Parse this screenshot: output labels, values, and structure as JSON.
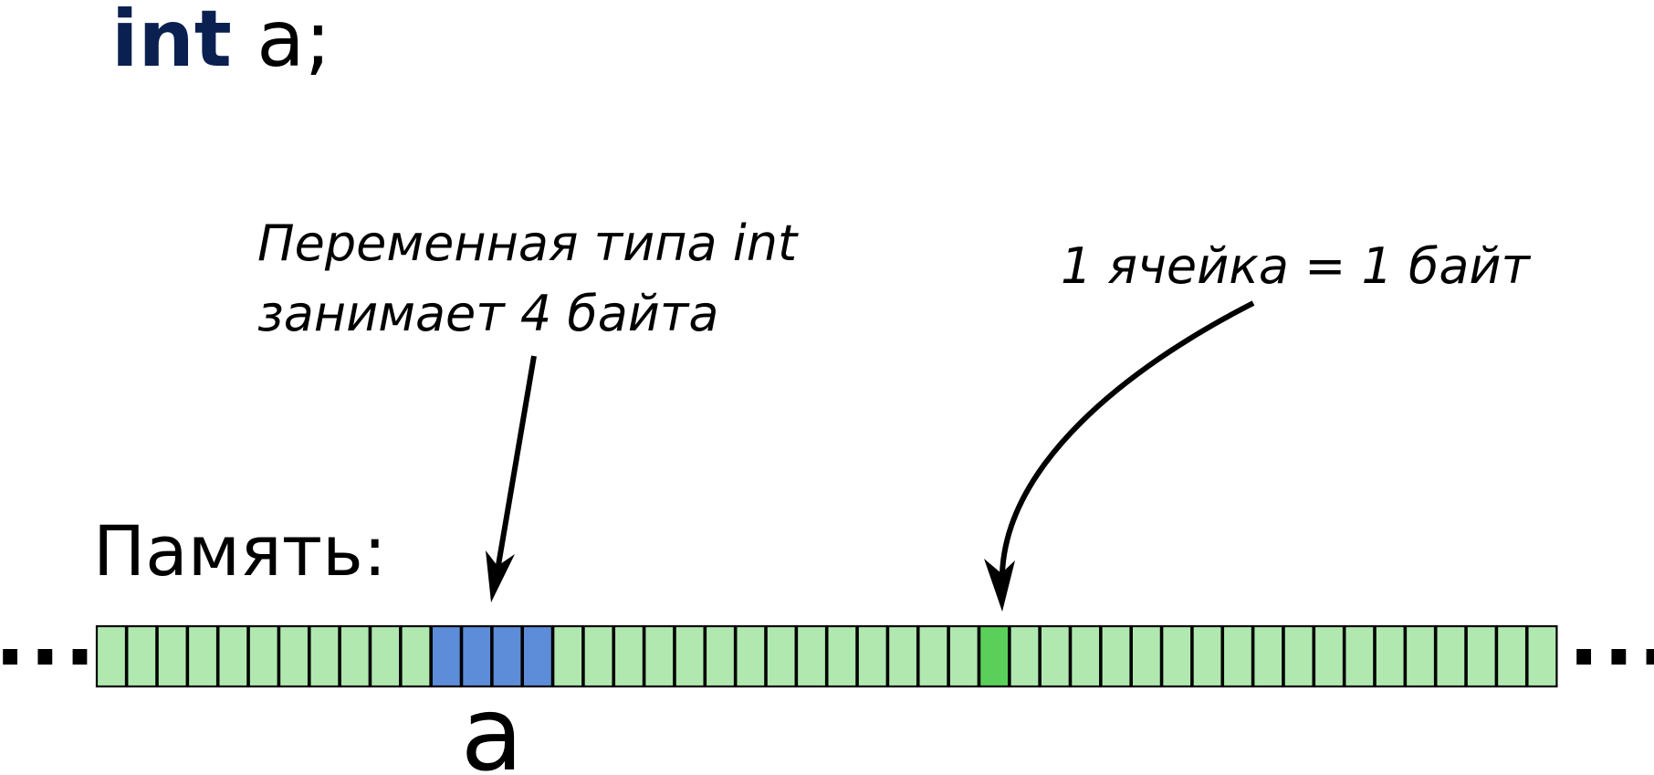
{
  "code": {
    "keyword": "int",
    "rest": " a;"
  },
  "callouts": {
    "int_note": [
      "Переменная типа int",
      "занимает 4 байта"
    ],
    "cell_note": "1 ячейка = 1 байт"
  },
  "memory": {
    "label": "Память:",
    "cell_count": 48,
    "variable_cells": [
      11,
      12,
      13,
      14
    ],
    "highlight_cell": 29,
    "variable_name": "a",
    "left_ellipsis": "...",
    "right_ellipsis": "..."
  },
  "colors": {
    "keyword": "#0a2050",
    "text": "#000000",
    "cell": "#b0e8b0",
    "variable_cell": "#5d8cd8",
    "highlight_cell": "#5ad05a",
    "cell_border": "#000000"
  }
}
